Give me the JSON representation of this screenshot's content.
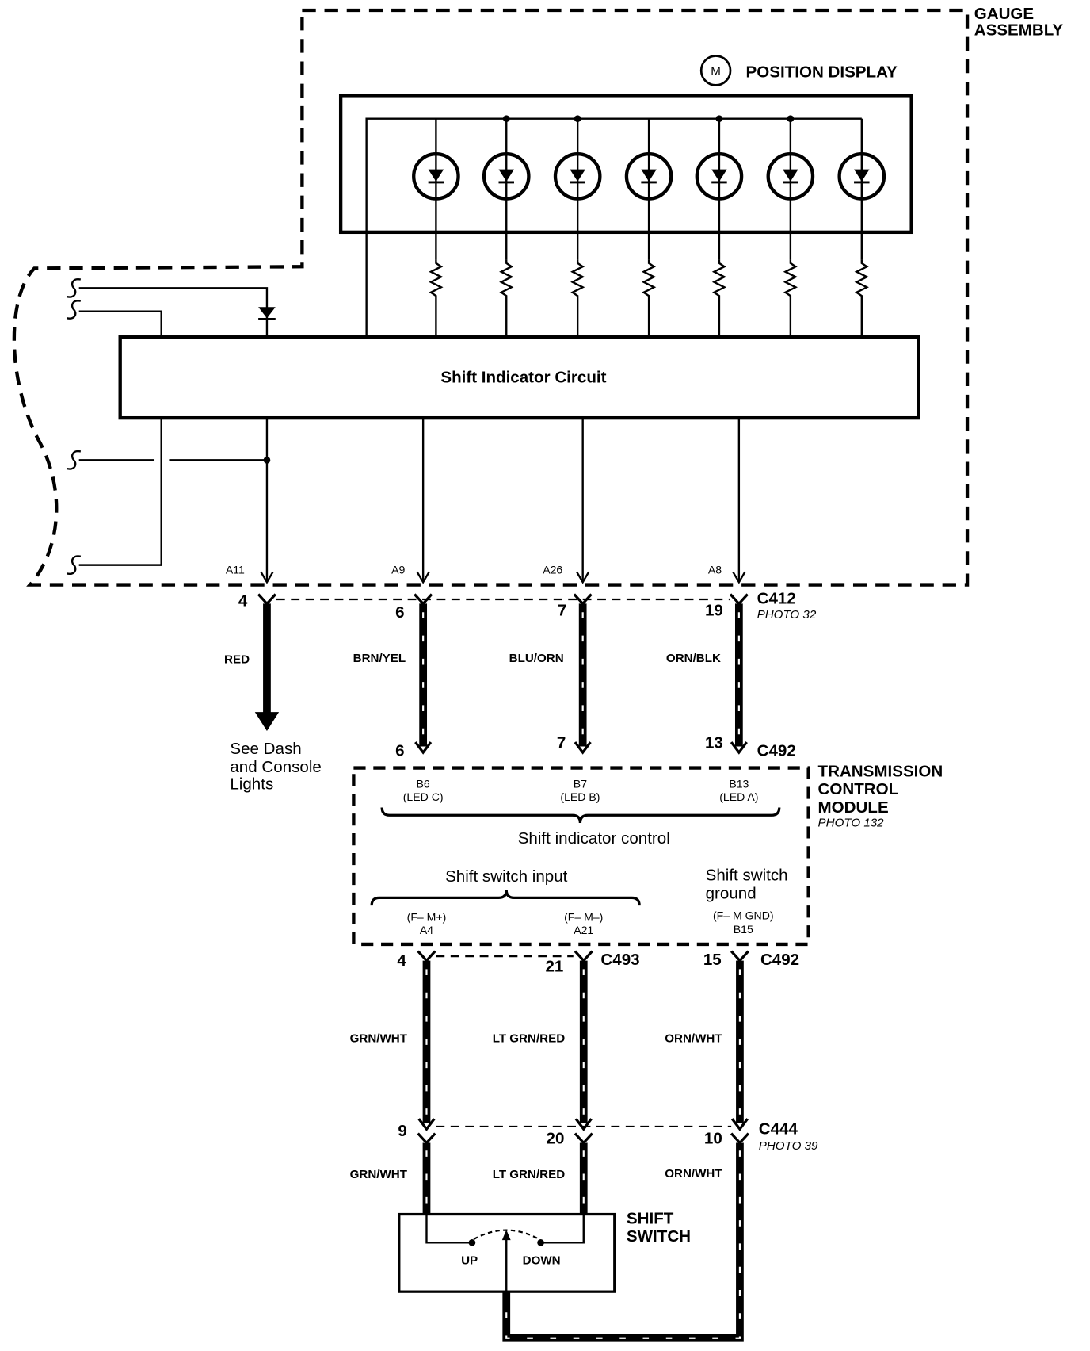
{
  "gauge_assembly": {
    "title": [
      "GAUGE",
      "ASSEMBLY"
    ],
    "position_display": {
      "symbol": "M",
      "label": "POSITION DISPLAY"
    },
    "circuit": "Shift Indicator Circuit",
    "terminals": [
      "A11",
      "A9",
      "A26",
      "A8"
    ]
  },
  "c412": {
    "name": "C412",
    "photo": "PHOTO 32",
    "pins": [
      "4",
      "6",
      "7",
      "19"
    ]
  },
  "upper_wires": [
    "RED",
    "BRN/YEL",
    "BLU/ORN",
    "ORN/BLK"
  ],
  "dash_note": [
    "See Dash",
    "and Console",
    "Lights"
  ],
  "c492_upper": {
    "name": "C492",
    "pins": [
      "6",
      "7",
      "13"
    ]
  },
  "tcm": {
    "title": [
      "TRANSMISSION",
      "CONTROL",
      "MODULE"
    ],
    "photo": "PHOTO 132",
    "led_terminals": [
      {
        "pin": "B6",
        "led": "(LED C)"
      },
      {
        "pin": "B7",
        "led": "(LED B)"
      },
      {
        "pin": "B13",
        "led": "(LED A)"
      }
    ],
    "indicator_control": "Shift indicator control",
    "switch_input": "Shift switch input",
    "switch_ground": [
      "Shift switch",
      "ground"
    ],
    "switch_terminals": [
      {
        "function": "(F– M+)",
        "pin": "A4"
      },
      {
        "function": "(F– M–)",
        "pin": "A21"
      },
      {
        "function": "(F– M GND)",
        "pin": "B15"
      }
    ]
  },
  "c493": {
    "name": "C493",
    "pins": [
      "4",
      "21"
    ]
  },
  "c492_lower": {
    "name": "C492",
    "pins": [
      "15"
    ]
  },
  "middle_wires": [
    "GRN/WHT",
    "LT GRN/RED",
    "ORN/WHT"
  ],
  "c444": {
    "name": "C444",
    "photo": "PHOTO 39",
    "pins": [
      "9",
      "20",
      "10"
    ]
  },
  "lower_wires": [
    "GRN/WHT",
    "LT GRN/RED",
    "ORN/WHT"
  ],
  "shift_switch": {
    "title": [
      "SHIFT",
      "SWITCH"
    ],
    "positions": [
      "UP",
      "DOWN"
    ]
  }
}
